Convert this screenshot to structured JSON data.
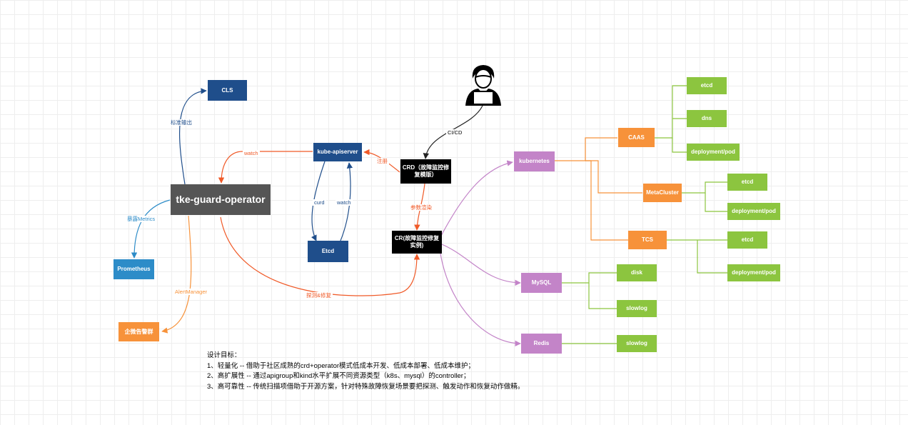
{
  "nodes": {
    "cls": "CLS",
    "operator": "tke-guard-operator",
    "prometheus": "Prometheus",
    "wecom_alert": "企微告警群",
    "apiserver": "kube-apiserver",
    "etcd_main": "Etcd",
    "crd": "CRD（故障监控修复模版）",
    "cr": "CR(故障监控修复实例)",
    "kubernetes": "kubernetes",
    "caas": "CAAS",
    "caas_etcd": "etcd",
    "caas_dns": "dns",
    "caas_deploy": "deployment/pod",
    "metacluster": "MetaCluster",
    "meta_etcd": "etcd",
    "meta_deploy": "deployment/pod",
    "tcs": "TCS",
    "tcs_etcd": "etcd",
    "tcs_deploy": "deployment/pod",
    "mysql": "MySQL",
    "mysql_disk": "disk",
    "mysql_slowlog": "slowlog",
    "redis": "Redis",
    "redis_slowlog": "slowlog"
  },
  "labels": {
    "std_output": "标准输出",
    "watch_top": "watch",
    "expose_metrics": "暴露Metrics",
    "alertmanager": "AlertManager",
    "curd": "curd",
    "watch_etcd": "watch",
    "register": "注册",
    "cicd": "CI/CD",
    "param_render": "参数渲染",
    "probe_repair": "探测&修复"
  },
  "goals": {
    "title": "设计目标：",
    "line1": "1、轻量化 -- 借助于社区成熟的crd+operator模式低成本开发、低成本部署、低成本维护；",
    "line2": "2、高扩展性 -- 通过apigroup和kind水平扩展不同资源类型（k8s、mysql）的controller；",
    "line3": "3、高可靠性 -- 传统扫描项借助于开源方案，针对特殊故障恢复场景要把探测、触发动作和恢复动作做精。"
  },
  "colors": {
    "dark_blue": "#1f4e8b",
    "light_blue": "#2d8cc8",
    "orange": "#f7923a",
    "orange_red": "#f05a28",
    "green": "#8cc53f",
    "purple": "#c384c8",
    "gray": "#555555"
  },
  "icons": {
    "user": "user-at-laptop-icon"
  }
}
